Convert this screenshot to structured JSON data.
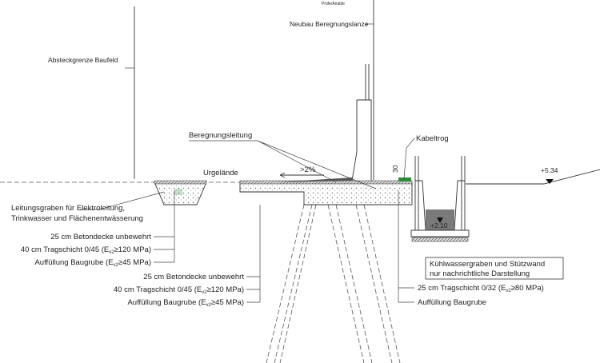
{
  "top_note": "Prüfe/Anable",
  "lance_label": "Neubau Beregnungslanze",
  "boundary_label": "Absteckgrenze Baufeld",
  "irrigation_line_label": "Beregnungsleitung",
  "cable_trough_label": "Kabeltrog",
  "terrain_label": "Urgelände",
  "slope_label": ">2%",
  "dimension_30": "30",
  "level_right": "+5.34",
  "level_water": "+2.10",
  "trench_label": [
    "Leitungsgraben für Elektroleitung,",
    "Trinkwasser und Flächenentwässerung"
  ],
  "layers_left": [
    {
      "pre": "25 cm Betondecke unbewehrt",
      "sub": "",
      "post": ""
    },
    {
      "pre": "40 cm Tragschicht 0/45 (E",
      "sub": "v2",
      "post": "≥120 MPa)"
    },
    {
      "pre": "Auffüllung Baugrube (E",
      "sub": "v2",
      "post": "≥45 MPa)"
    }
  ],
  "layers_center": [
    {
      "pre": "25 cm Betondecke unbewehrt",
      "sub": "",
      "post": ""
    },
    {
      "pre": "40 cm Tragschicht 0/45 (E",
      "sub": "v2",
      "post": "≥120 MPa)"
    },
    {
      "pre": "Auffüllung Baugrube (E",
      "sub": "v2",
      "post": "≥45 MPa)"
    }
  ],
  "layers_right": [
    {
      "pre": "25 cm Tragschicht 0/32 (E",
      "sub": "v2",
      "post": "≥80 MPa)"
    },
    {
      "pre": "Auffüllung Baugrube",
      "sub": "",
      "post": ""
    }
  ],
  "note_box": [
    "Kühlwassergraben und Stützwand",
    "nur nachrichtliche Darstellung"
  ],
  "colors": {
    "water": "#7a7a7a",
    "cable": "#2e8b3a"
  }
}
